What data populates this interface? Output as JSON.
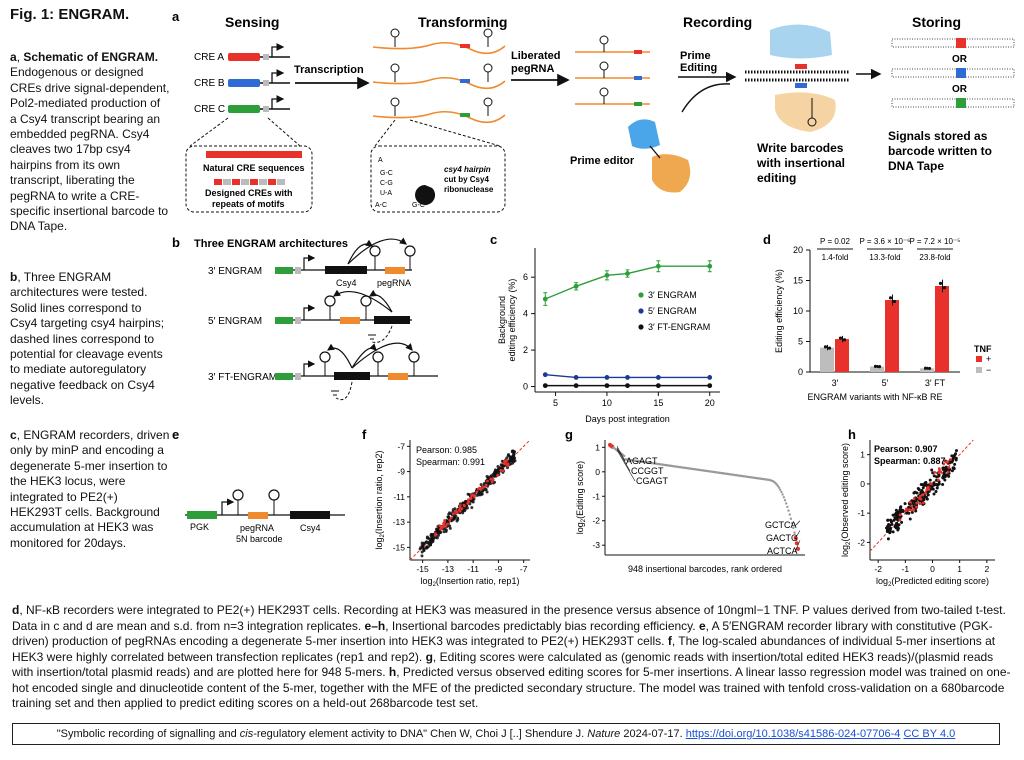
{
  "figure": {
    "title": "Fig. 1: ENGRAM.",
    "panel_labels": {
      "a": "a",
      "b": "b",
      "c": "c",
      "d": "d",
      "e": "e",
      "f": "f",
      "g": "g",
      "h": "h"
    }
  },
  "legend_left": {
    "a_label": "a",
    "a_bold": "Schematic of ENGRAM.",
    "a_text": "Endogenous or designed CREs drive signal-dependent, Pol2-mediated production of a Csy4 transcript bearing an embedded pegRNA. Csy4 cleaves two 17bp csy4 hairpins from its own transcript, liberating the pegRNA to write a CRE-specific insertional barcode to DNA Tape.",
    "b_label": "b",
    "b_text": ", Three ENGRAM architectures were tested. Solid lines correspond to Csy4 targeting csy4 hairpins; dashed lines correspond to potential for cleavage events to mediate autoregulatory negative feedback on Csy4 levels.",
    "c_label": "c",
    "c_text": ", ENGRAM recorders, driven only by minP and encoding a degenerate 5-mer insertion to the HEK3 locus, were integrated to PE2(+) HEK293T cells. Background accumulation at HEK3 was monitored for 20days."
  },
  "panel_a": {
    "sensing": "Sensing",
    "transforming": "Transforming",
    "recording": "Recording",
    "storing": "Storing",
    "cre_a": "CRE A",
    "cre_b": "CRE B",
    "cre_c": "CRE C",
    "transcription": "Transcription",
    "liberated": "Liberated",
    "pegrna": "pegRNA",
    "prime": "Prime",
    "editing": "Editing",
    "natural_cre": "Natural CRE sequences",
    "designed_cre_1": "Designed CREs with",
    "designed_cre_2": "repeats of motifs",
    "hairpin_1": "csy4 hairpin",
    "hairpin_2": "cut by Csy4",
    "hairpin_3": "ribonuclease",
    "prime_editor": "Prime editor",
    "write_1": "Write barcodes",
    "write_2": "with insertional",
    "write_3": "editing",
    "signals_1": "Signals stored as",
    "signals_2": "barcode written to",
    "signals_3": "DNA Tape",
    "or": "OR"
  },
  "panel_b": {
    "title": "Three ENGRAM architectures",
    "arch_3": "3′ ENGRAM",
    "arch_5": "5′ ENGRAM",
    "arch_ft": "3′ FT-ENGRAM",
    "csy4": "Csy4",
    "pegrna": "pegRNA"
  },
  "panel_e": {
    "pgk": "PGK",
    "pegrna": "pegRNA",
    "barcode": "5N barcode",
    "csy4": "Csy4"
  },
  "chart_data": [
    {
      "id": "c",
      "type": "line",
      "xlabel": "Days post integration",
      "ylabel": "Background editing efficiency (%)",
      "x": [
        4,
        7,
        10,
        12,
        15,
        20
      ],
      "xticks": [
        5,
        10,
        15,
        20
      ],
      "yticks": [
        0,
        2,
        4,
        6
      ],
      "xlim": [
        3,
        21
      ],
      "ylim": [
        -0.3,
        7.6
      ],
      "series": [
        {
          "name": "3′ ENGRAM",
          "color": "#2e9e3a",
          "values": [
            4.8,
            5.5,
            6.1,
            6.2,
            6.6,
            6.6
          ],
          "err": [
            0.35,
            0.2,
            0.25,
            0.2,
            0.3,
            0.3
          ]
        },
        {
          "name": "5′ ENGRAM",
          "color": "#1f3a93",
          "values": [
            0.65,
            0.5,
            0.5,
            0.5,
            0.5,
            0.5
          ],
          "err": [
            0,
            0,
            0,
            0,
            0,
            0
          ]
        },
        {
          "name": "3′ FT-ENGRAM",
          "color": "#111111",
          "values": [
            0.05,
            0.05,
            0.05,
            0.05,
            0.05,
            0.05
          ],
          "err": [
            0,
            0,
            0,
            0,
            0,
            0
          ]
        }
      ]
    },
    {
      "id": "d",
      "type": "bar",
      "xlabel": "ENGRAM variants with NF-κB RE",
      "ylabel": "Editing efficiency (%)",
      "categories": [
        "3′",
        "5′",
        "3′ FT"
      ],
      "ylim": [
        0,
        20
      ],
      "yticks": [
        0,
        5,
        10,
        15,
        20
      ],
      "series": [
        {
          "name": "−",
          "color": "#bdbdbd",
          "values": [
            4.0,
            0.9,
            0.6
          ]
        },
        {
          "name": "+",
          "color": "#e8312a",
          "values": [
            5.4,
            11.8,
            14.1
          ]
        }
      ],
      "legend_title": "TNF",
      "pvalues": [
        "P = 0.02",
        "P = 3.6 × 10⁻⁶",
        "P = 7.2 × 10⁻⁵"
      ],
      "folds": [
        "1.4-fold",
        "13.3-fold",
        "23.8-fold"
      ]
    },
    {
      "id": "f",
      "type": "scatter",
      "xlabel": "log2(Insertion ratio, rep1)",
      "ylabel": "log2(Insertion ratio, rep2)",
      "xticks": [
        -15,
        -13,
        -11,
        -9,
        -7
      ],
      "yticks": [
        -7,
        -9,
        -11,
        -13,
        -15
      ],
      "xlim": [
        -16,
        -6.5
      ],
      "ylim": [
        -16,
        -6.5
      ],
      "annotations": [
        "Pearson: 0.985",
        "Spearman: 0.991"
      ]
    },
    {
      "id": "g",
      "type": "scatter",
      "xlabel": "948 insertional barcodes, rank ordered",
      "ylabel": "log2(Editing score)",
      "yticks": [
        1,
        0,
        -1,
        -2,
        -3
      ],
      "ylim": [
        -3.4,
        1.3
      ],
      "top_labels": [
        "AGAGT",
        "CCGGT",
        "CGAGT"
      ],
      "bottom_labels": [
        "GCTCA",
        "GACTG",
        "ACTCA"
      ]
    },
    {
      "id": "h",
      "type": "scatter",
      "xlabel": "log2(Predicted editing score)",
      "ylabel": "log2(Observed editing score)",
      "xticks": [
        -2,
        -1,
        0,
        1,
        2
      ],
      "yticks": [
        1,
        0,
        -1,
        -2
      ],
      "xlim": [
        -2.3,
        2.3
      ],
      "ylim": [
        -2.6,
        1.5
      ],
      "annotations": [
        "Pearson: 0.907",
        "Spearman: 0.887"
      ]
    }
  ],
  "legend_bottom": {
    "d_label": "d",
    "d_text": ", NF-κB recorders were integrated to PE2(+) HEK293T cells. Recording at HEK3 was measured in the presence versus absence of 10ngml−1 TNF. P values derived from two-tailed t-test. Data in c and d are mean and s.d. from n=3 integration replicates. ",
    "eh_label": "e–h",
    "eh_text": ", Insertional barcodes predictably bias recording efficiency. ",
    "e_label": "e",
    "e_text": ", A 5′ENGRAM recorder library with constitutive (PGK-driven) production of pegRNAs encoding a degenerate 5-mer insertion into HEK3 was integrated to PE2(+) HEK293T cells. ",
    "f_label": "f",
    "f_text": ", The log-scaled abundances of individual 5-mer insertions at HEK3 were highly correlated between transfection replicates (rep1 and rep2). ",
    "g_label": "g",
    "g_text": ", Editing scores were calculated as (genomic reads with insertion/total edited HEK3 reads)/(plasmid reads with insertion/total plasmid reads) and are plotted here for 948 5-mers. ",
    "h_label": "h",
    "h_text": ", Predicted versus observed editing scores for 5-mer insertions. A linear lasso regression model was trained on one-hot encoded single and dinucleotide content of the 5-mer, together with the MFE of the predicted secondary structure. The model was trained with tenfold cross-validation on a 680barcode training set and then applied to predict editing scores on a held-out 268barcode test set."
  },
  "citation": {
    "text_1": "\"Symbolic recording of signalling and ",
    "text_italic": "cis",
    "text_2": "-regulatory element activity to DNA\" Chen W, Choi J [..] Shendure J. ",
    "journal": "Nature",
    "text_3": " 2024-07-17. ",
    "doi": "https://doi.org/10.1038/s41586-024-07706-4",
    "license": "CC BY 4.0"
  }
}
